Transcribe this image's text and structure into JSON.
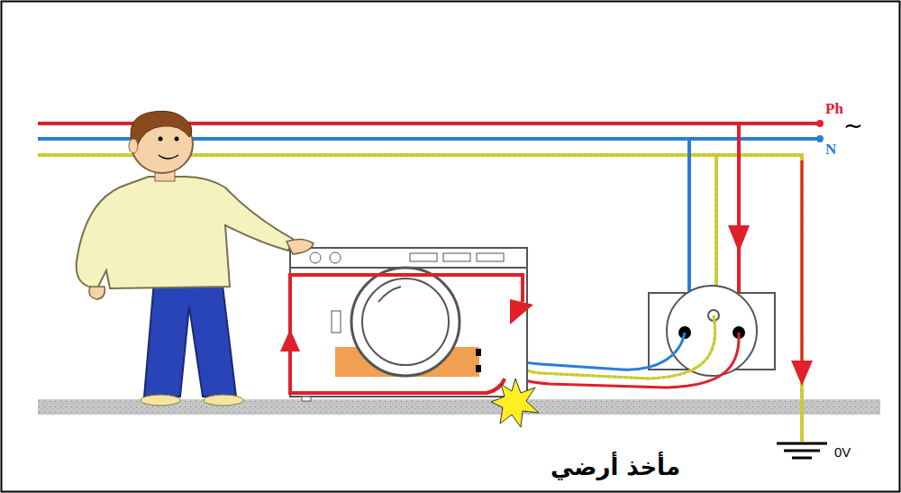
{
  "diagram": {
    "caption": "مأخذ أرضي",
    "labels": [
      "Ph",
      "~",
      "N",
      "0V"
    ]
  }
}
